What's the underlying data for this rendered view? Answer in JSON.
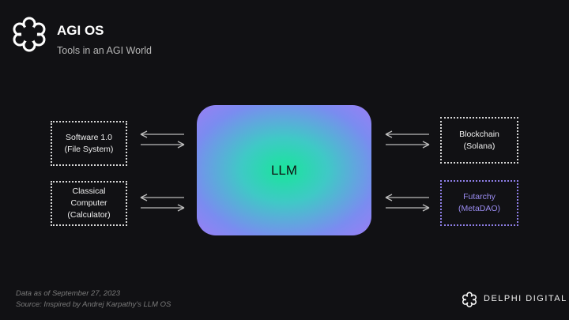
{
  "header": {
    "title": "AGI OS",
    "subtitle": "Tools in an AGI World",
    "logo_icon": "delphi-knot-icon"
  },
  "diagram": {
    "center": {
      "label": "LLM"
    },
    "left": [
      {
        "line1": "Software 1.0",
        "line2": "(File System)"
      },
      {
        "line1": "Classical",
        "line2": "Computer",
        "line3": "(Calculator)"
      }
    ],
    "right": [
      {
        "line1": "Blockchain",
        "line2": "(Solana)"
      },
      {
        "line1": "Futarchy",
        "line2": "(MetaDAO)"
      }
    ],
    "colors": {
      "highlight": "#8f7fe8",
      "llm_center": "#19e59b",
      "llm_edge": "#9a7ef5"
    }
  },
  "footer": {
    "date": "Data as of September 27, 2023",
    "source": "Source: Inspired by Andrej Karpathy's LLM OS",
    "brand": "DELPHI DIGITAL"
  }
}
